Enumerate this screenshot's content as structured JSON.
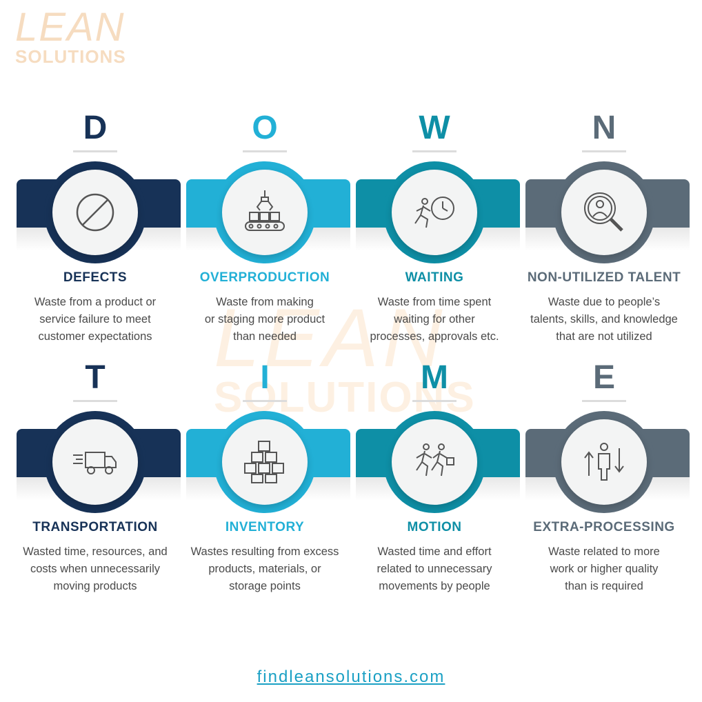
{
  "logo": {
    "line1": "LEAN",
    "line2": "SOLUTIONS"
  },
  "watermark": {
    "line1": "LEAN",
    "line2": "SOLUTIONS"
  },
  "colors": {
    "navy": "#173257",
    "sky": "#22b0d6",
    "teal": "#0e8fa6",
    "slate": "#5b6b78",
    "peach": "#f6dcc0"
  },
  "cards": [
    {
      "letter": "D",
      "title": "DEFECTS",
      "icon": "prohibited-icon",
      "desc": [
        "Waste from a product or",
        "service failure to meet",
        "customer expectations"
      ]
    },
    {
      "letter": "O",
      "title": "OVERPRODUCTION",
      "icon": "robot-arm-conveyor-icon",
      "desc": [
        "Waste from making",
        "or staging more product",
        "than needed"
      ]
    },
    {
      "letter": "W",
      "title": "WAITING",
      "icon": "running-clock-icon",
      "desc": [
        "Waste from time spent",
        "waiting for other",
        "processes, approvals etc."
      ]
    },
    {
      "letter": "N",
      "title": "NON-UTILIZED TALENT",
      "icon": "person-magnifier-icon",
      "desc": [
        "Waste due to people’s",
        "talents, skills, and knowledge",
        "that are not utilized"
      ]
    },
    {
      "letter": "T",
      "title": "TRANSPORTATION",
      "icon": "delivery-truck-icon",
      "desc": [
        "Wasted time, resources, and",
        "costs when unnecessarily",
        "moving products"
      ]
    },
    {
      "letter": "I",
      "title": "INVENTORY",
      "icon": "stacked-boxes-icon",
      "desc": [
        "Wastes resulting from excess",
        "products, materials, or",
        "storage points"
      ]
    },
    {
      "letter": "M",
      "title": "MOTION",
      "icon": "running-people-icon",
      "desc": [
        "Wasted time and effort",
        "related to unnecessary",
        "movements by people"
      ]
    },
    {
      "letter": "E",
      "title": "EXTRA-PROCESSING",
      "icon": "person-arrows-icon",
      "desc": [
        "Waste related to more",
        "work or higher quality",
        "than is required"
      ]
    }
  ],
  "footer": {
    "url": "findleansolutions.com"
  }
}
